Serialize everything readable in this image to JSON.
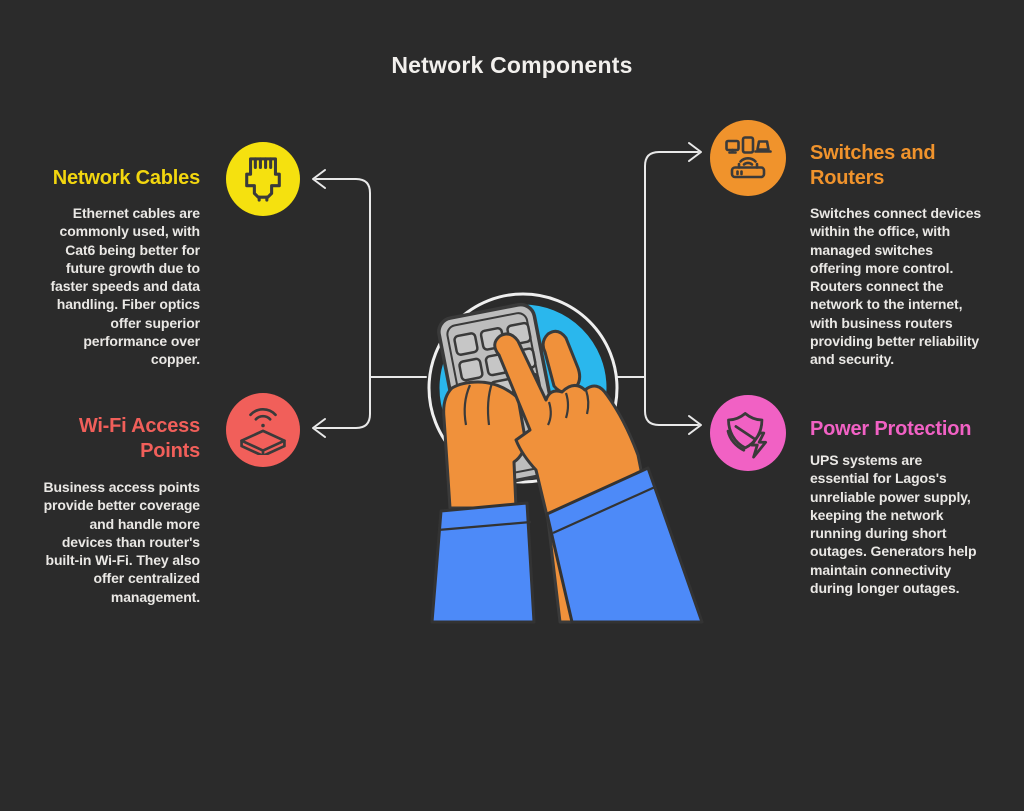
{
  "title": "Network Components",
  "colors": {
    "background": "#2b2b2b",
    "body_text": "#eae8e5",
    "connector_line": "#e9e9e9",
    "yellow_accent": "#f2d60f",
    "yellow_circle": "#f5e10f",
    "red_accent": "#f15f5a",
    "orange_accent": "#f0932c",
    "pink_accent": "#f161c4",
    "center_blue_circle": "#2ab7ed",
    "sleeve_blue": "#4d8af8",
    "skin_orange": "#f0913b",
    "calculator_gray": "#bdbdbd",
    "icon_stroke": "#3a3a3a"
  },
  "sections": [
    {
      "id": "network-cables",
      "title": "Network Cables",
      "body": "Ethernet cables are\ncommonly used, with\nCat6 being better for\nfuture growth due to\nfaster speeds and data\nhandling. Fiber optics\noffer superior\nperformance over\ncopper.",
      "accent": "#f2d60f",
      "icon": "ethernet-connector-icon",
      "position": "top-left"
    },
    {
      "id": "wifi-access-points",
      "title": "Wi-Fi Access\nPoints",
      "body": "Business access points\nprovide better coverage\nand handle more\ndevices than router's\nbuilt-in Wi-Fi. They also\noffer centralized\nmanagement.",
      "accent": "#f15f5a",
      "icon": "access-point-icon",
      "position": "bottom-left"
    },
    {
      "id": "switches-and-routers",
      "title": "Switches and\nRouters",
      "body": "Switches connect devices\nwithin the office, with\nmanaged switches\noffering more control.\nRouters connect the\nnetwork to the internet,\nwith business routers\nproviding better reliability\nand security.",
      "accent": "#f0932c",
      "icon": "network-devices-icon",
      "position": "top-right"
    },
    {
      "id": "power-protection",
      "title": "Power Protection",
      "body": "UPS systems are\nessential for Lagos's\nunreliable power supply,\nkeeping the network\nrunning during short\noutages. Generators help\nmaintain connectivity\nduring longer outages.",
      "accent": "#f161c4",
      "icon": "shield-lightning-icon",
      "position": "bottom-right"
    }
  ],
  "center_illustration": {
    "description": "hands holding a calculator over a blue circle"
  }
}
